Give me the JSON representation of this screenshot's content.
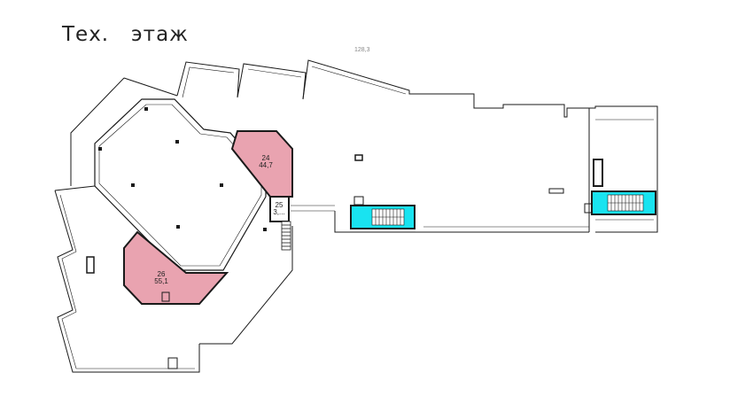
{
  "title": "Тех.   этаж",
  "dimension_label": "128,3",
  "colors": {
    "wall": "#1a1a1a",
    "room_pink": "#e9a3b0",
    "stair_cyan": "#19e3f0",
    "background": "#ffffff"
  },
  "rooms": [
    {
      "id": "24",
      "number": "24",
      "area": "44,7"
    },
    {
      "id": "25",
      "number": "25",
      "area": "3,..."
    },
    {
      "id": "26",
      "number": "26",
      "area": "55,1"
    }
  ]
}
